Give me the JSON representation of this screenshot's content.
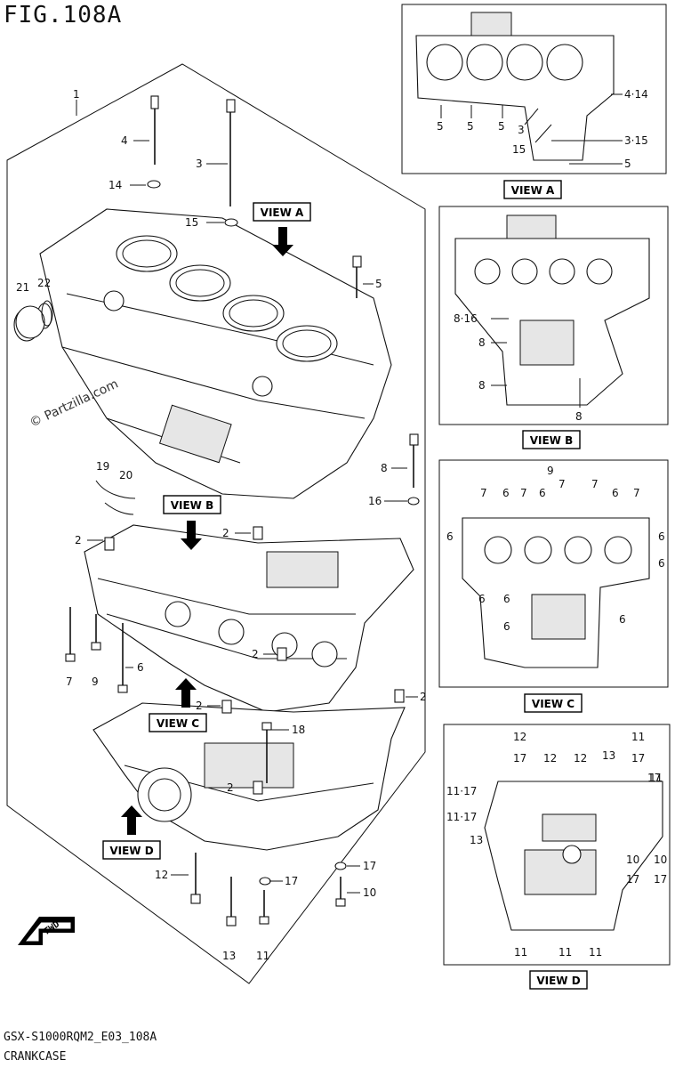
{
  "header": {
    "figure_title": "FIG.108A"
  },
  "footer": {
    "diagram_code": "GSX-S1000RQM2_E03_108A",
    "diagram_name": "CRANKCASE"
  },
  "watermark": "© Partzilla.com",
  "orientation_mark": "FWD",
  "view_labels": {
    "a": "VIEW A",
    "b": "VIEW B",
    "c": "VIEW C",
    "d": "VIEW D"
  },
  "main_callouts": [
    "1",
    "4",
    "3",
    "14",
    "15",
    "5",
    "21",
    "22",
    "8",
    "16",
    "19",
    "20",
    "2",
    "2",
    "7",
    "9",
    "6",
    "2",
    "2",
    "2",
    "18",
    "2",
    "17",
    "12",
    "17",
    "10",
    "13",
    "11"
  ],
  "view_a_callouts": [
    "4·14",
    "5",
    "5",
    "5",
    "3",
    "15",
    "3·15",
    "5"
  ],
  "view_b_callouts": [
    "8·16",
    "8",
    "8",
    "8"
  ],
  "view_c_callouts": [
    "9",
    "7",
    "6",
    "7",
    "6",
    "7",
    "7",
    "6",
    "7",
    "6",
    "6",
    "6",
    "6",
    "6",
    "6",
    "6"
  ],
  "view_d_callouts": [
    "12",
    "12",
    "12",
    "13",
    "11",
    "17",
    "17",
    "11",
    "11·17",
    "11·17",
    "13",
    "17",
    "10",
    "10",
    "17",
    "17",
    "11",
    "11",
    "11"
  ]
}
